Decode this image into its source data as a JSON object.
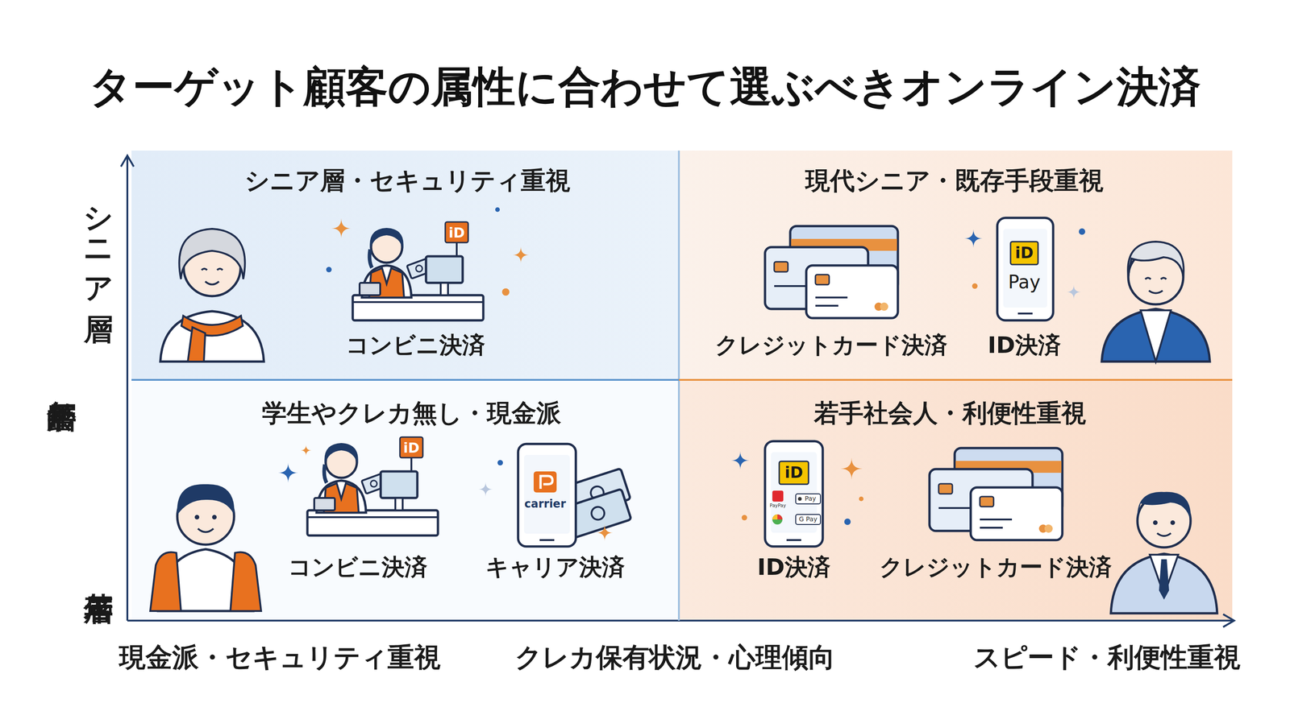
{
  "diagram": {
    "title": "ターゲット顧客の属性に合わせて選ぶべきオンライン決済",
    "nodes": [
      {
        "text": [
          "シニア層・セキュリティ重視",
          "コンビニ決済"
        ]
      },
      {
        "text": [
          "現代シニア・既存手段重視",
          "クレジットカード決済",
          "ID決済"
        ]
      },
      {
        "text": [
          "学生やクレカ無し・現金派",
          "コンビニ決済",
          "キャリア決済"
        ]
      },
      {
        "text": [
          "若手社会人・利便性重視",
          "ID決済",
          "クレジットカード決済"
        ]
      }
    ],
    "labels": [
      "シニア層",
      "年齢層",
      "若年層",
      "現金派・セキュリティ重視",
      "クレカ保有状況・心理傾向",
      "スピード・利便性重視",
      "iD",
      "iD",
      "Pay",
      "iD",
      "carrier",
      "iD",
      "PayPay",
      "Pay",
      "G Pay"
    ]
  }
}
